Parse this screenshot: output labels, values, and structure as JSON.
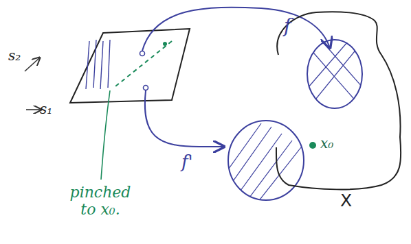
{
  "diagram": {
    "nodes": [
      {
        "text": [
          "X"
        ]
      }
    ],
    "labels": [
      "s₂",
      "s₁",
      "f",
      "f'",
      "x₀",
      "pinched to x₀."
    ]
  }
}
